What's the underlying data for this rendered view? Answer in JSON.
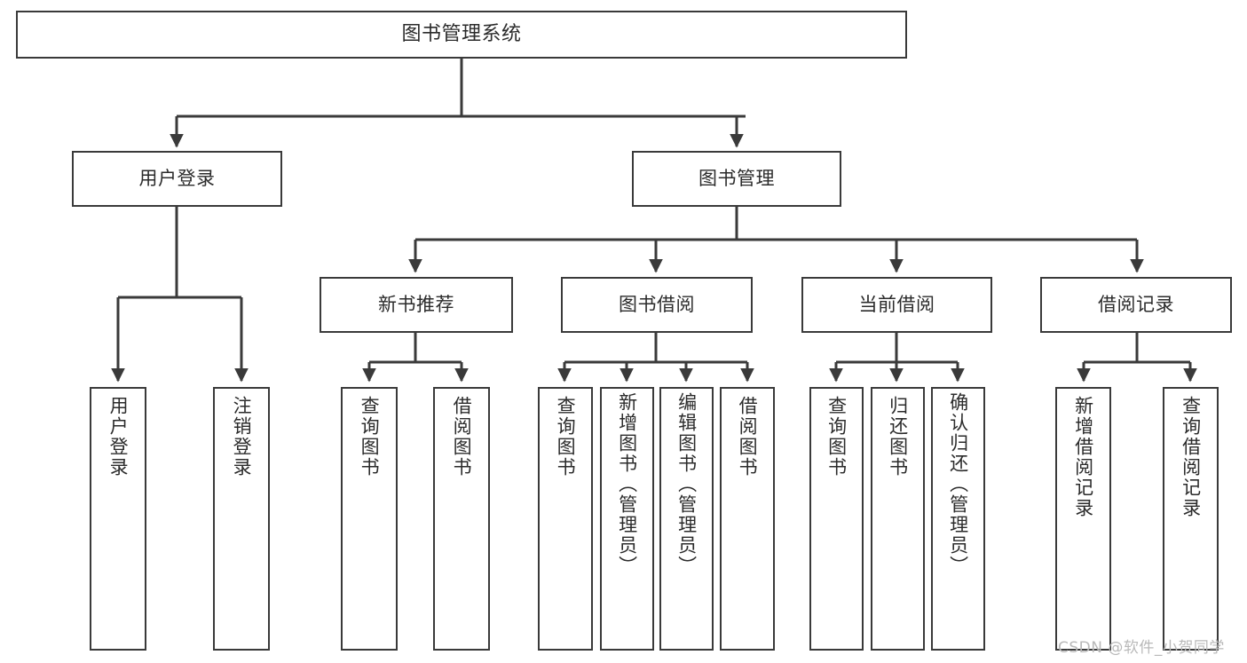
{
  "diagram": {
    "title": "图书管理系统",
    "type": "hierarchical-tree",
    "root": {
      "id": "root",
      "label": "图书管理系统"
    },
    "level2": [
      {
        "id": "user-login",
        "label": "用户登录"
      },
      {
        "id": "book-manage",
        "label": "图书管理"
      }
    ],
    "level3": [
      {
        "id": "new-book-recommend",
        "label": "新书推荐",
        "parent": "book-manage"
      },
      {
        "id": "book-borrow",
        "label": "图书借阅",
        "parent": "book-manage"
      },
      {
        "id": "current-borrow",
        "label": "当前借阅",
        "parent": "book-manage"
      },
      {
        "id": "borrow-record",
        "label": "借阅记录",
        "parent": "book-manage"
      }
    ],
    "leaves": [
      {
        "id": "leaf-user-login",
        "label": "用户登录",
        "parent": "user-login"
      },
      {
        "id": "leaf-logout",
        "label": "注销登录",
        "parent": "user-login"
      },
      {
        "id": "leaf-query-book-1",
        "label": "查询图书",
        "parent": "new-book-recommend"
      },
      {
        "id": "leaf-borrow-book-1",
        "label": "借阅图书",
        "parent": "new-book-recommend"
      },
      {
        "id": "leaf-query-book-2",
        "label": "查询图书",
        "parent": "book-borrow"
      },
      {
        "id": "leaf-add-book",
        "label": "新增图书（管理员）",
        "parent": "book-borrow"
      },
      {
        "id": "leaf-edit-book",
        "label": "编辑图书（管理员）",
        "parent": "book-borrow"
      },
      {
        "id": "leaf-borrow-book-2",
        "label": "借阅图书",
        "parent": "book-borrow"
      },
      {
        "id": "leaf-query-book-3",
        "label": "查询图书",
        "parent": "current-borrow"
      },
      {
        "id": "leaf-return-book",
        "label": "归还图书",
        "parent": "current-borrow"
      },
      {
        "id": "leaf-confirm-return",
        "label": "确认归还（管理员）",
        "parent": "current-borrow"
      },
      {
        "id": "leaf-add-record",
        "label": "新增借阅记录",
        "parent": "borrow-record"
      },
      {
        "id": "leaf-query-record",
        "label": "查询借阅记录",
        "parent": "borrow-record"
      }
    ],
    "watermark": "CSDN @软件_小贺同学",
    "colors": {
      "stroke": "#3a3a3a",
      "text": "#2b2b2b",
      "background": "#ffffff",
      "watermark": "#b9b9b9"
    }
  }
}
